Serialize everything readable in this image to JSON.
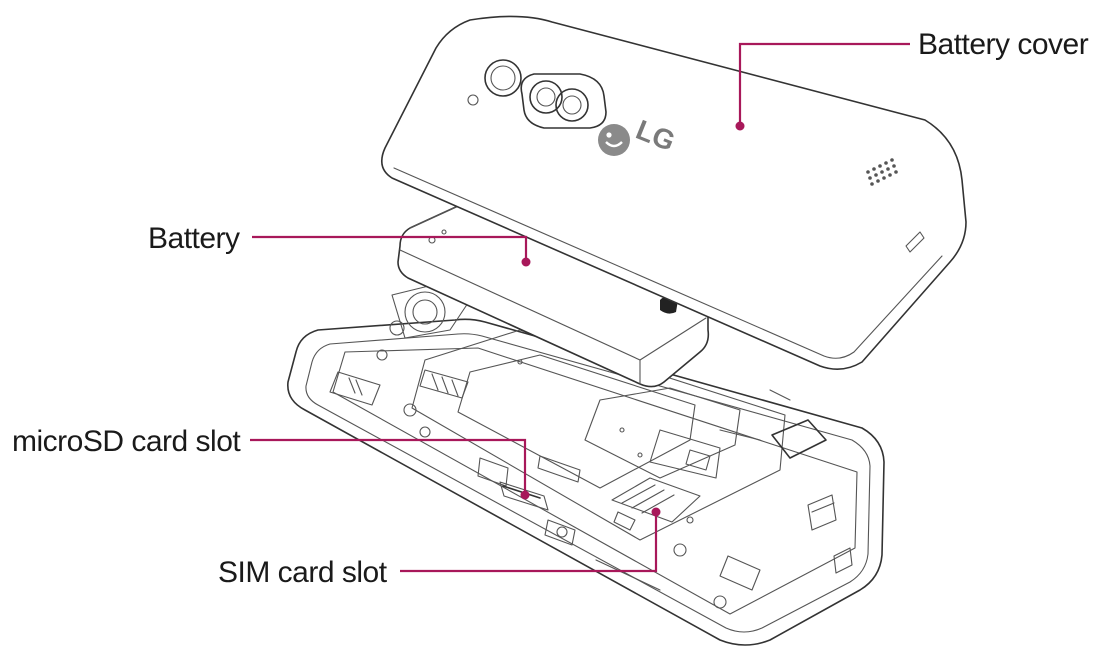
{
  "callouts": {
    "battery_cover": "Battery cover",
    "battery": "Battery",
    "microsd_slot": "microSD card slot",
    "sim_slot": "SIM card slot"
  },
  "cover_logo": "LG",
  "colors": {
    "leader": "#a8185a",
    "line_art": "#333333",
    "background": "#ffffff"
  }
}
